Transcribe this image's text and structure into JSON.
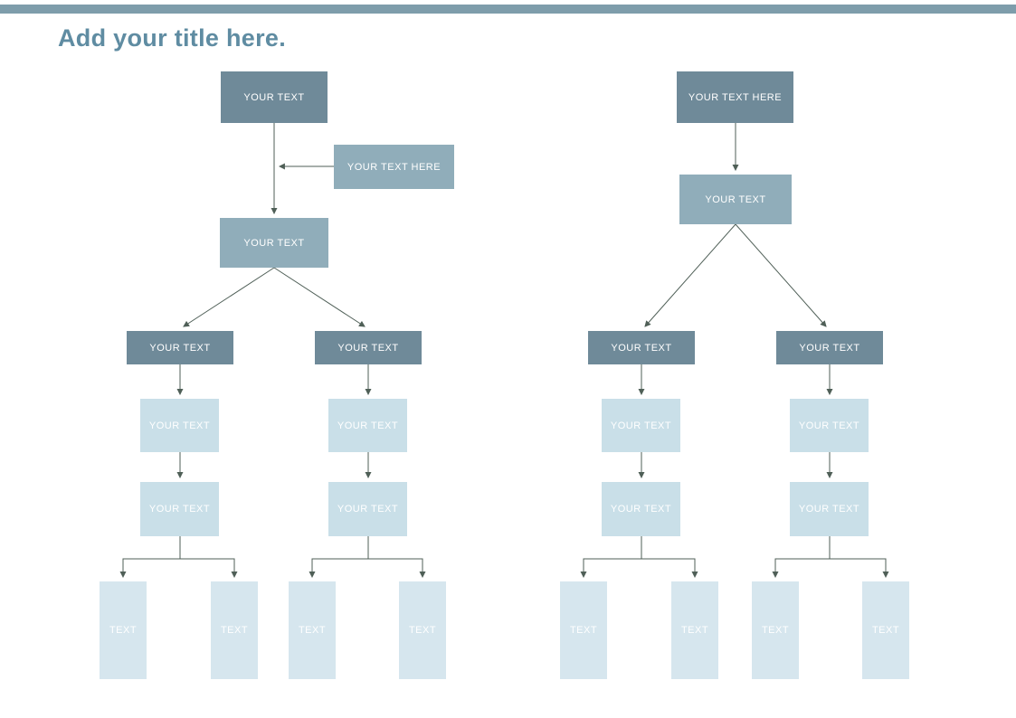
{
  "page": {
    "title": "Add your title here."
  },
  "colors": {
    "top_bar": "#7e9dab",
    "title_text": "#5f8ca2",
    "box_dark": "#6f8a99",
    "box_medium": "#90adba",
    "box_light": "#c9dfe8",
    "box_pale": "#d6e6ee",
    "connector": "#4f5f57",
    "box_text": "#ffffff"
  },
  "left_tree": {
    "root": "YOUR TEXT",
    "side_note": "YOUR TEXT HERE",
    "level2": "YOUR TEXT",
    "branches": [
      {
        "level3": "YOUR TEXT",
        "level4": "YOUR TEXT",
        "level5": "YOUR TEXT",
        "leaf1": "TEXT",
        "leaf2": "TEXT"
      },
      {
        "level3": "YOUR TEXT",
        "level4": "YOUR TEXT",
        "level5": "YOUR TEXT",
        "leaf1": "TEXT",
        "leaf2": "TEXT"
      }
    ]
  },
  "right_tree": {
    "root": "YOUR TEXT HERE",
    "level2": "YOUR TEXT",
    "branches": [
      {
        "level3": "YOUR TEXT",
        "level4": "YOUR TEXT",
        "level5": "YOUR TEXT",
        "leaf1": "TEXT",
        "leaf2": "TEXT"
      },
      {
        "level3": "YOUR TEXT",
        "level4": "YOUR TEXT",
        "level5": "YOUR TEXT",
        "leaf1": "TEXT",
        "leaf2": "TEXT"
      }
    ]
  }
}
